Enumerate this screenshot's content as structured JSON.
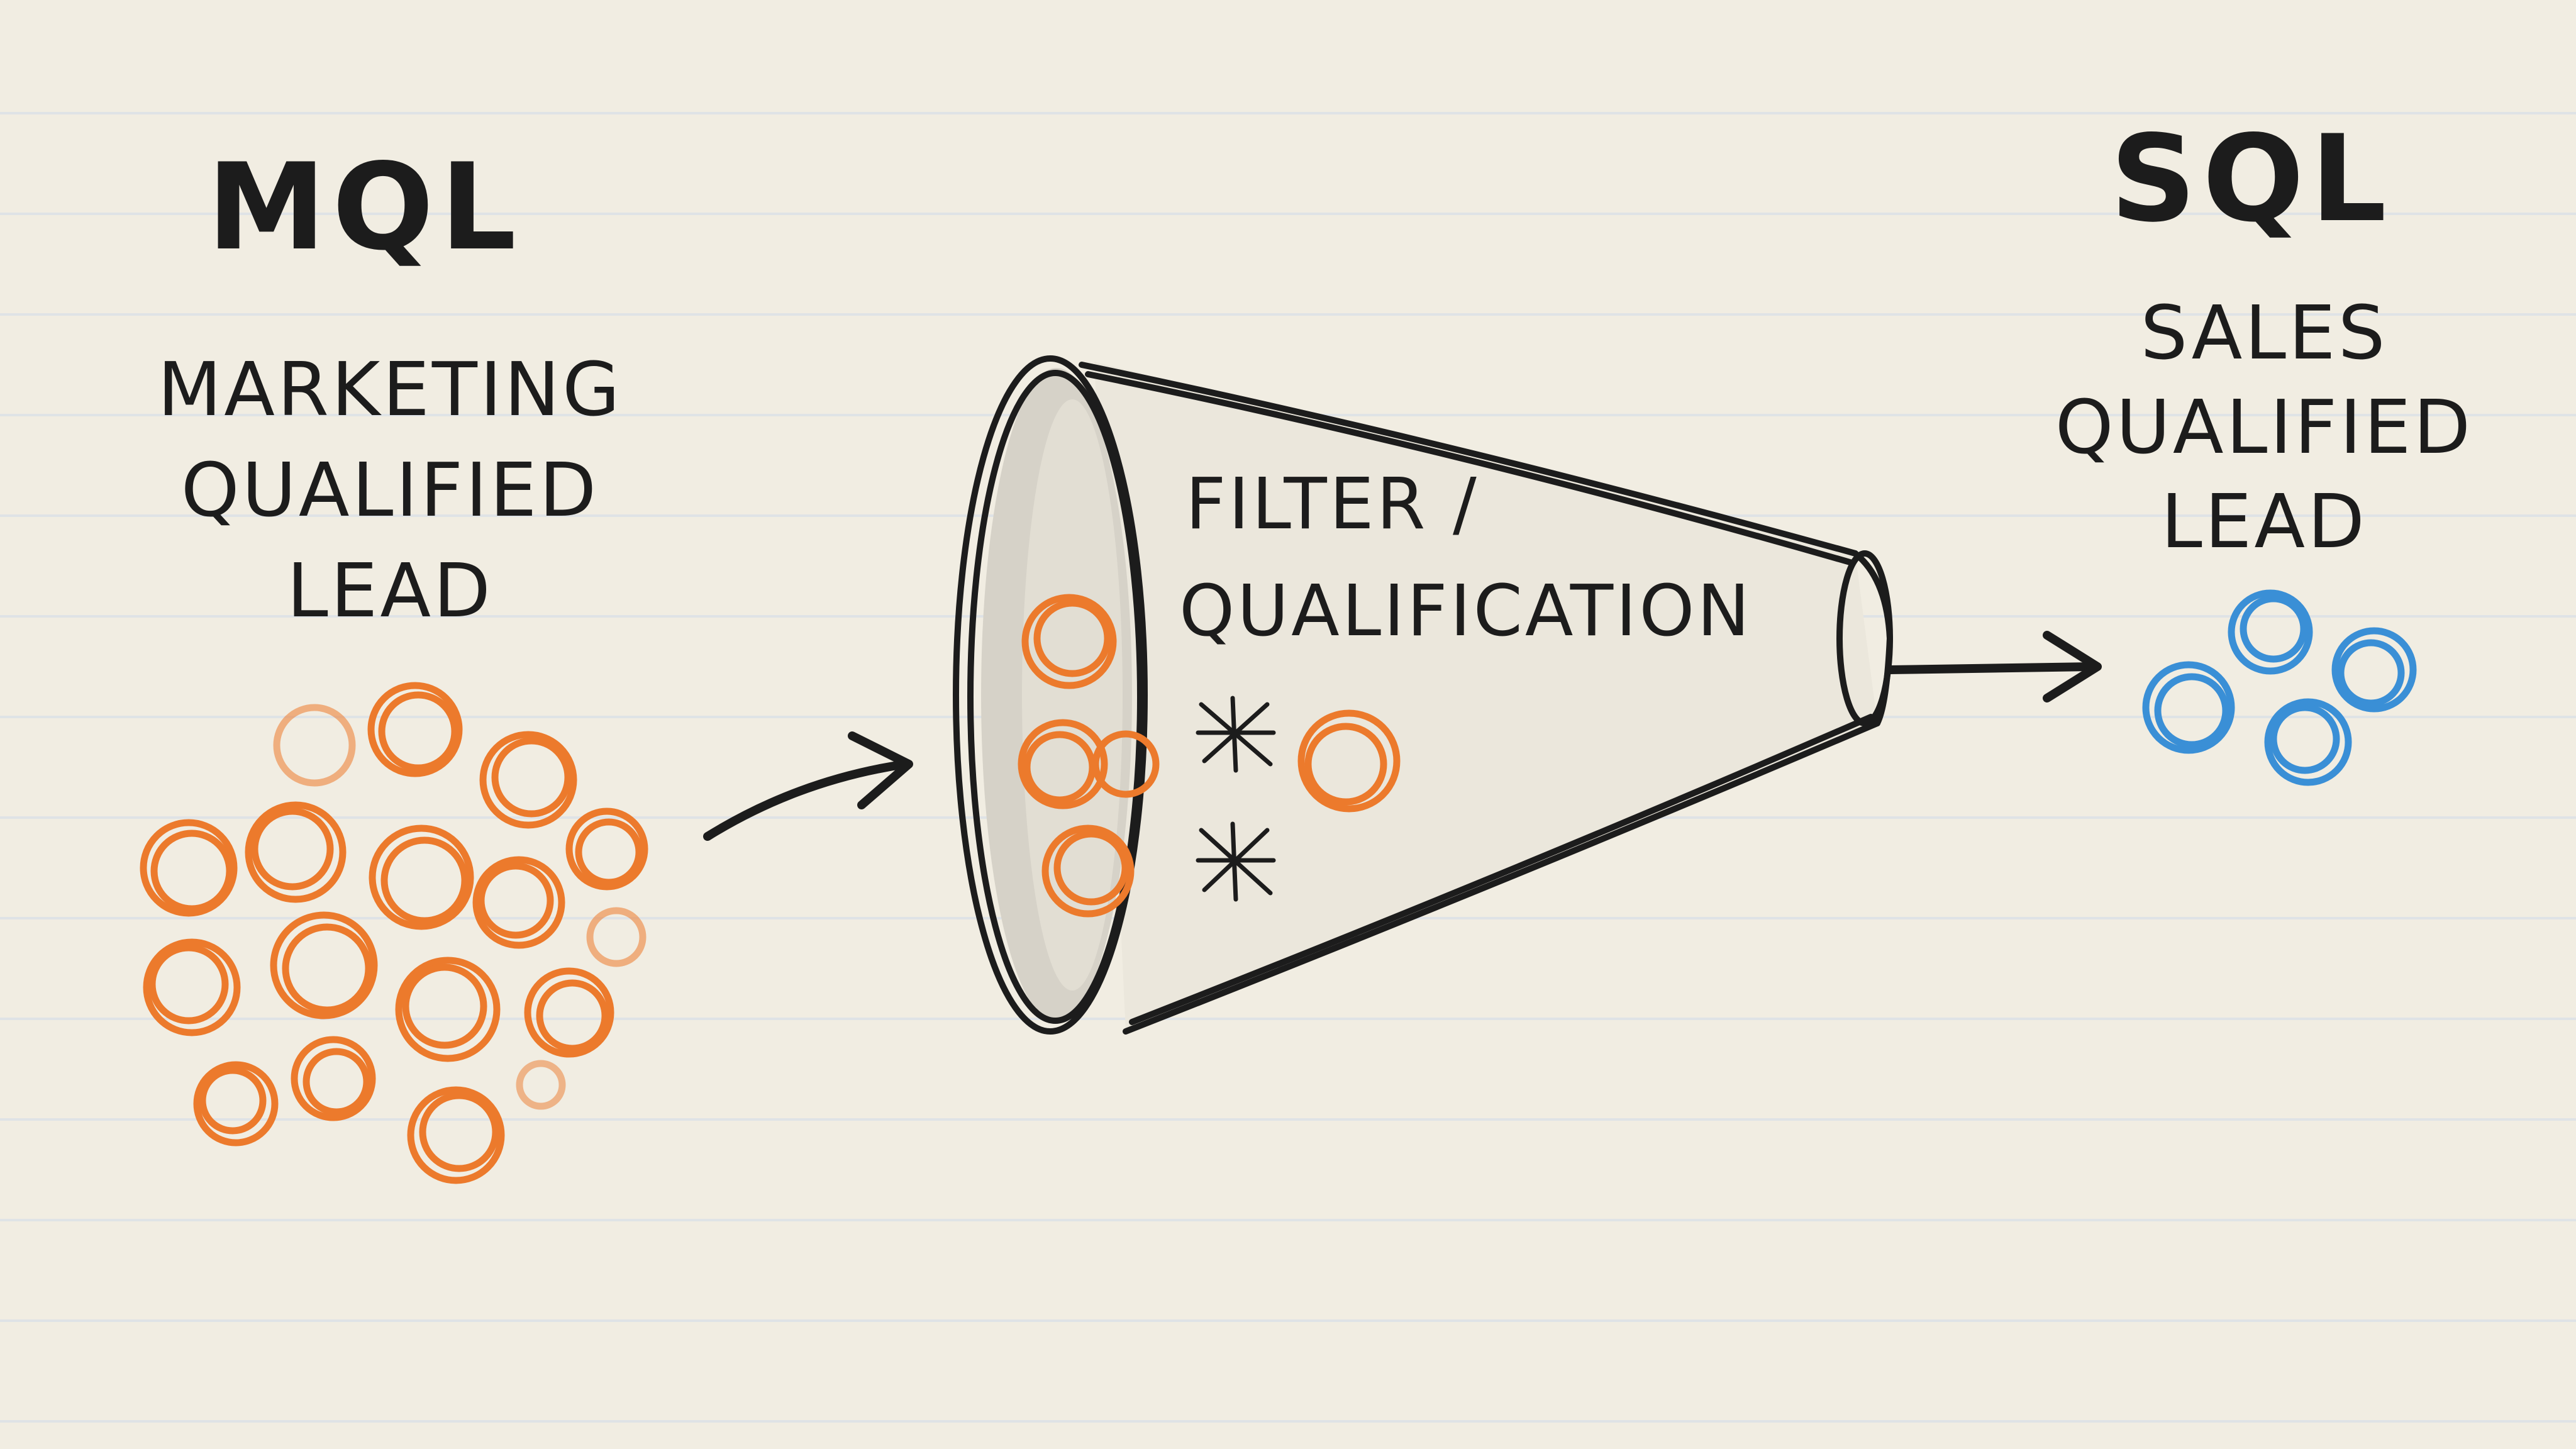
{
  "mql": {
    "acronym": "MQL",
    "line1": "MARKETING",
    "line2": "QUALIFIED",
    "line3": "LEAD"
  },
  "funnel": {
    "line1": "FILTER /",
    "line2": "QUALIFICATION"
  },
  "sql": {
    "acronym": "SQL",
    "line1": "SALES",
    "line2": "QUALIFIED",
    "line3": "LEAD"
  },
  "colors": {
    "paper": "#f1ede2",
    "rule_line": "#dfe3e6",
    "ink": "#1c1c1c",
    "orange": "#ec7a2c",
    "blue": "#3a8fd6"
  },
  "icons": {
    "mql_leads": "orange-circle-cluster",
    "rejected": "x-mark",
    "sql_leads": "blue-circle-cluster",
    "flow": "arrow-right"
  }
}
